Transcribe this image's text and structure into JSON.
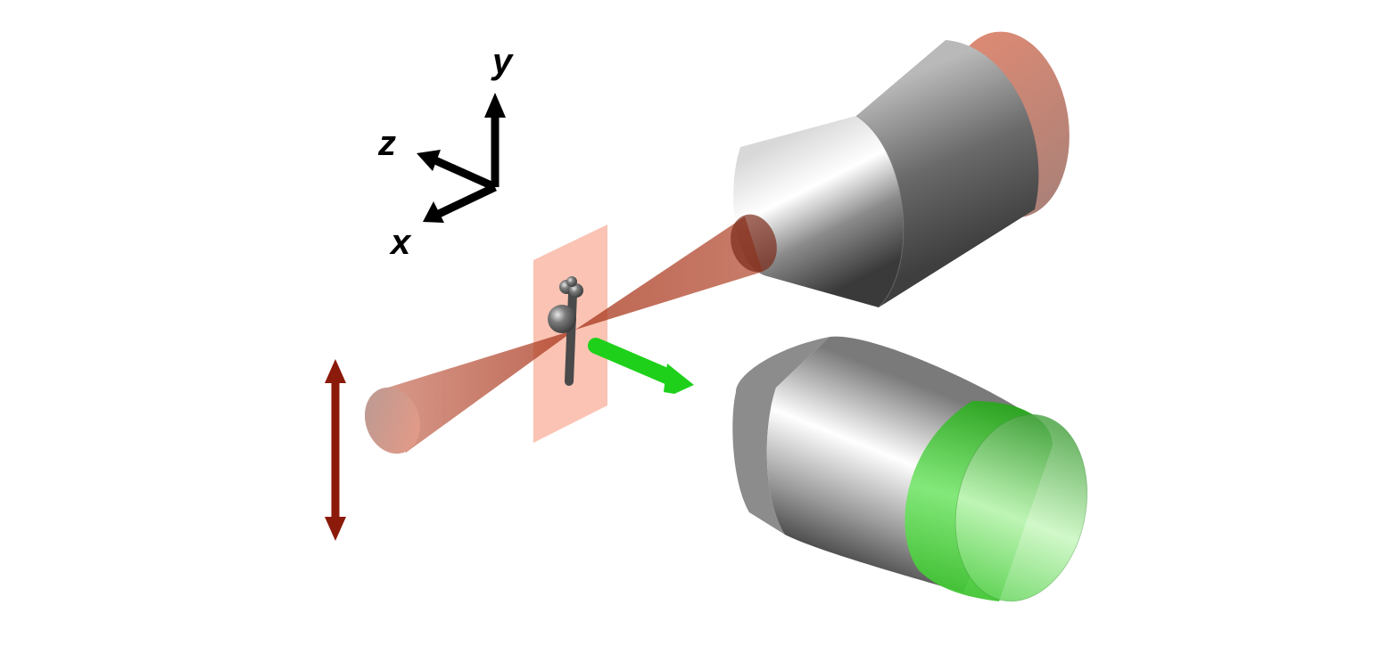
{
  "figure": {
    "type": "light-sheet microscopy schematic",
    "background": "#ffffff"
  },
  "axes": {
    "x_label": "x",
    "y_label": "y",
    "z_label": "z",
    "color": "#000000"
  },
  "illumination": {
    "beam_color": "#b8432a",
    "sheet_color": "#f9b8a6",
    "polarization_arrow_color": "#8b1a0a",
    "objective_back_color": "#d98a78"
  },
  "detection": {
    "emission_arrow_color": "#22c91a",
    "filter_color": "#3ecf2e"
  },
  "objectives": {
    "body_dark": "#454545",
    "body_light": "#e6e6e6"
  },
  "sample": {
    "color": "#5a5a5a"
  }
}
